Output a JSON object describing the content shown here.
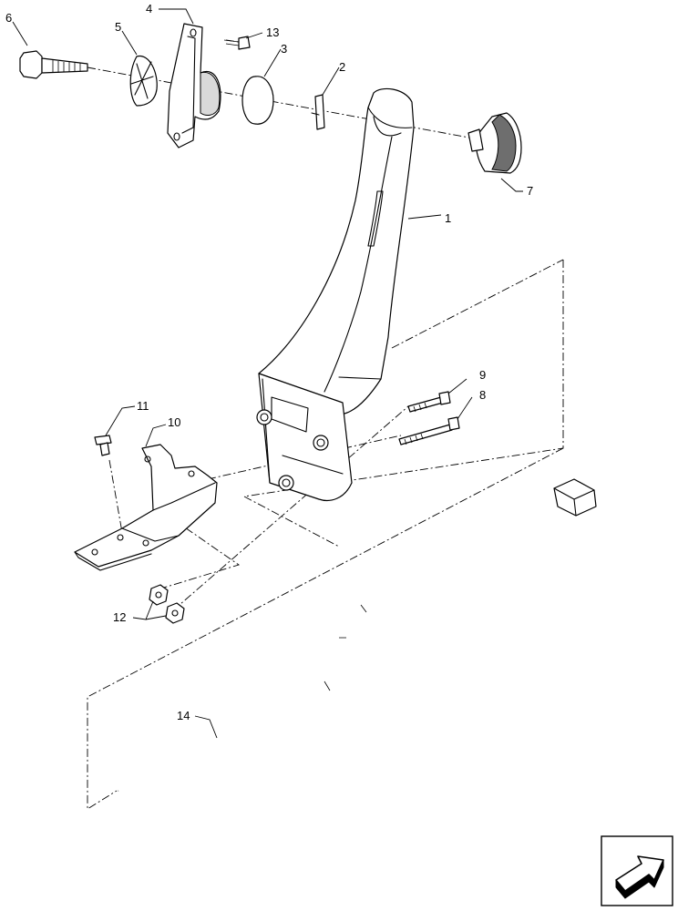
{
  "callouts": [
    {
      "id": "1",
      "text": "1"
    },
    {
      "id": "2",
      "text": "2"
    },
    {
      "id": "3",
      "text": "3"
    },
    {
      "id": "4",
      "text": "4"
    },
    {
      "id": "5",
      "text": "5"
    },
    {
      "id": "6",
      "text": "6"
    },
    {
      "id": "7",
      "text": "7"
    },
    {
      "id": "8",
      "text": "8"
    },
    {
      "id": "9",
      "text": "9"
    },
    {
      "id": "10",
      "text": "10"
    },
    {
      "id": "11",
      "text": "11"
    },
    {
      "id": "12",
      "text": "12"
    },
    {
      "id": "13",
      "text": "13"
    },
    {
      "id": "14",
      "text": "14"
    }
  ],
  "icons": {
    "navigation": "next-page-arrow-icon"
  }
}
